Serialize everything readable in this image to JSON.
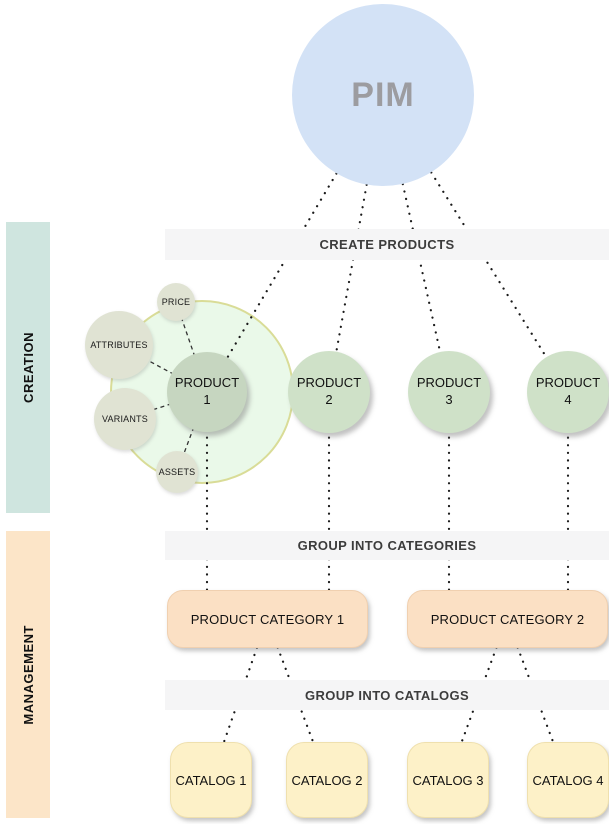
{
  "diagram": {
    "pim_label": "PIM",
    "sidebars": {
      "creation": "CREATION",
      "management": "MANAGEMENT"
    },
    "banners": {
      "create_products": "CREATE PRODUCTS",
      "group_into_categories": "GROUP INTO CATEGORIES",
      "group_into_catalogs": "GROUP INTO CATALOGS"
    },
    "satellites": [
      "PRICE",
      "ATTRIBUTES",
      "VARIANTS",
      "ASSETS"
    ],
    "products": [
      {
        "line1": "PRODUCT",
        "line2": "1"
      },
      {
        "line1": "PRODUCT",
        "line2": "2"
      },
      {
        "line1": "PRODUCT",
        "line2": "3"
      },
      {
        "line1": "PRODUCT",
        "line2": "4"
      }
    ],
    "categories": [
      "PRODUCT CATEGORY 1",
      "PRODUCT CATEGORY 2"
    ],
    "catalogs": [
      "CATALOG 1",
      "CATALOG 2",
      "CATALOG 3",
      "CATALOG 4"
    ],
    "colors": {
      "pim_fill": "#d3e2f6",
      "pim_text": "#9c9ca0",
      "product_fill": "#cfe1c8",
      "product1_fill": "#c6d6c0",
      "satellite_fill": "#e0e3d3",
      "halo_fill": "#eaf9e9",
      "halo_border": "#d9dc97",
      "banner_fill": "#f5f5f6",
      "creation_strip": "#cfe5df",
      "management_strip": "#fce5c8",
      "category_fill": "#fbe0c4",
      "catalog_fill": "#fdf1c8",
      "connector": "#1a1a1a"
    }
  }
}
